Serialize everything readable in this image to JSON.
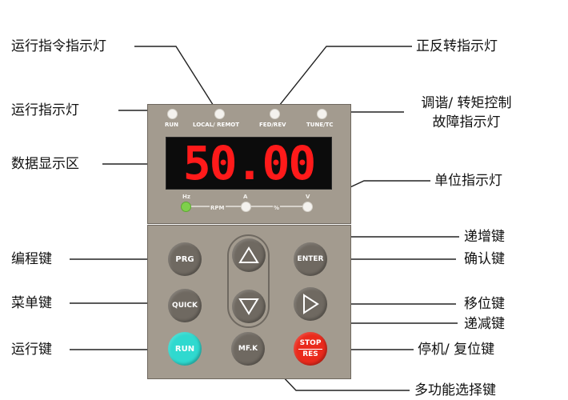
{
  "callouts": {
    "run_cmd_led": "运行指令指示灯",
    "fwd_rev_led": "正反转指示灯",
    "run_led": "运行指示灯",
    "tune_fault_led_line1": "调谐/ 转矩控制",
    "tune_fault_led_line2": "故障指示灯",
    "display_area": "数据显示区",
    "unit_led": "单位指示灯",
    "increment_key": "递增键",
    "program_key": "编程键",
    "confirm_key": "确认键",
    "menu_key": "菜单键",
    "shift_key": "移位键",
    "decrement_key": "递减键",
    "run_key": "运行键",
    "stop_reset_key": "停机/ 复位键",
    "multifunction_key": "多功能选择键"
  },
  "panel": {
    "led_labels": [
      "RUN",
      "LOCAL/ REMOT",
      "FED/REV",
      "TUNE/TC"
    ],
    "display_value": "50.00",
    "unit_labels": [
      "Hz",
      "RPM",
      "A",
      "%",
      "V"
    ],
    "buttons": {
      "prg": "PRG",
      "enter": "ENTER",
      "quick": "QUICK",
      "run": "RUN",
      "mfk": "MF.K",
      "stop_top": "STOP",
      "stop_bottom": "RES"
    }
  },
  "colors": {
    "panel": "#a39b8f",
    "display_bg": "#0c0c0c",
    "digits": "#ff1a1a",
    "run_button": "#2fd9cf",
    "stop_button": "#ea2a1c",
    "hz_led": "#7ed04b"
  }
}
